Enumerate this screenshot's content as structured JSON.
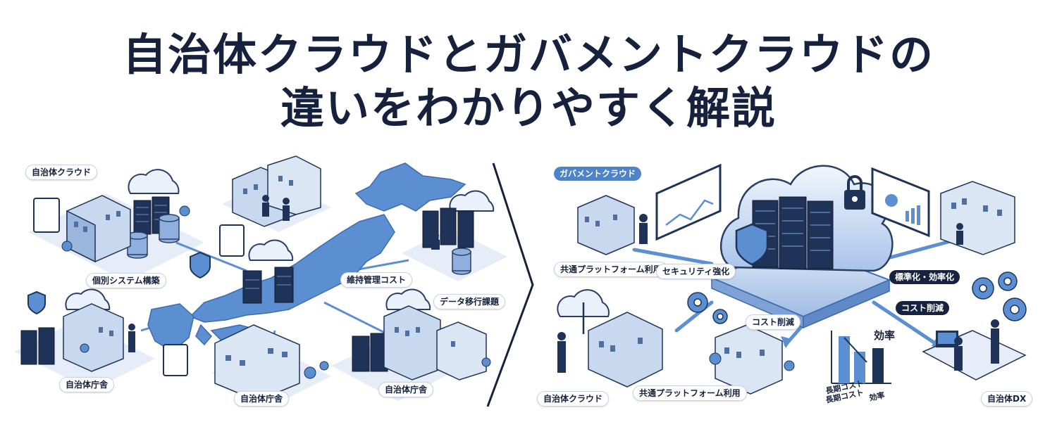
{
  "title": {
    "line1": "自治体クラウドとガバメントクラウドの",
    "line2": "違いをわかりやすく解説"
  },
  "left_panel": {
    "header": "自治体クラウド",
    "labels": {
      "individual_system": "個別システム構築",
      "maintenance_cost": "維持管理コスト",
      "data_migration": "データ移行課題",
      "office_1": "自治体庁舎",
      "office_2": "自治体庁舎",
      "office_3": "自治体庁舎"
    }
  },
  "right_panel": {
    "header": "ガバメントクラウド",
    "labels": {
      "common_platform_top": "共通プラットフォーム利用",
      "security": "セキュリティ強化",
      "standardization": "標準化・効率化",
      "cost_reduction_right": "コスト削減",
      "cost_reduction_center": "コスト削減",
      "common_platform_bottom": "共通プラットフォーム利用",
      "local_cloud": "自治体クラウド",
      "local_dx": "自治体DX",
      "efficiency": "効率",
      "long_term_cost_1": "長期コスト",
      "long_term_cost_2": "長期コスト",
      "efficiency_axis": "効率"
    }
  },
  "colors": {
    "navy": "#15213d",
    "blue": "#4f83c9",
    "light_blue": "#dbe6f5",
    "map_blue": "#5b8fd1"
  }
}
